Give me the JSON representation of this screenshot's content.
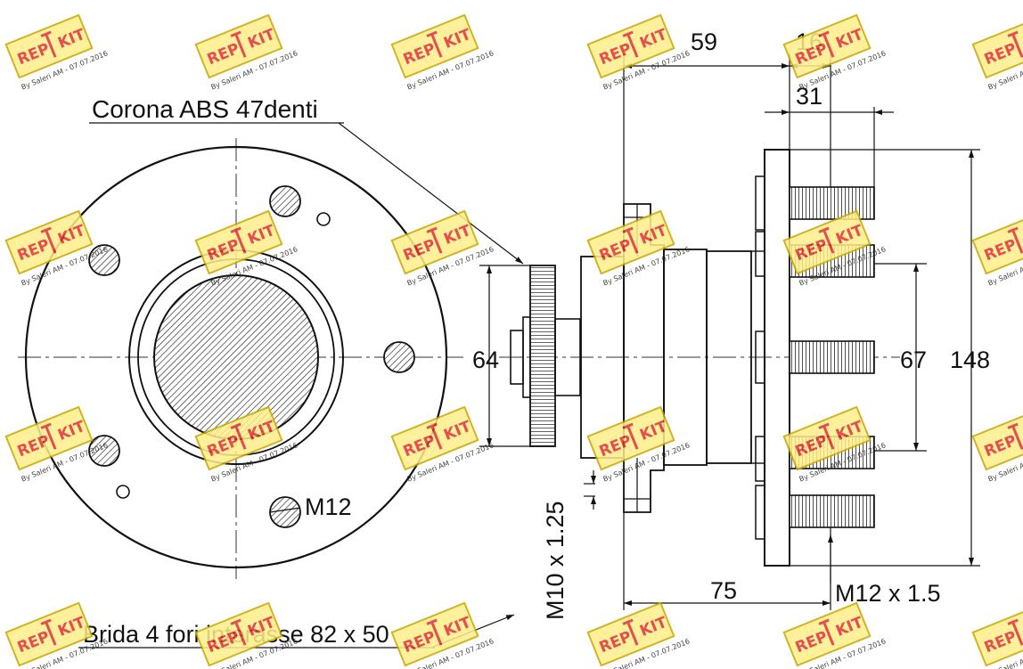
{
  "labels": {
    "abs_ring": "Corona ABS 47denti",
    "flange": "Brida 4 fori interasse 82 x 50",
    "bolt_hole": "M12",
    "dim_59": "59",
    "dim_16": "16",
    "dim_31": "31",
    "dim_64": "64",
    "dim_67": "67",
    "dim_148": "148",
    "dim_75": "75",
    "thread_m10": "M10 x 1.25",
    "thread_m12": "M12 x 1.5"
  },
  "watermark": {
    "brand_left": "REP",
    "brand_right": "KIT",
    "credit": "By Saleri AM - 07.07.2016",
    "colors": {
      "fill": "#ffef8a",
      "border": "#c8a800",
      "text": "#e03030",
      "sub": "#222222"
    }
  }
}
